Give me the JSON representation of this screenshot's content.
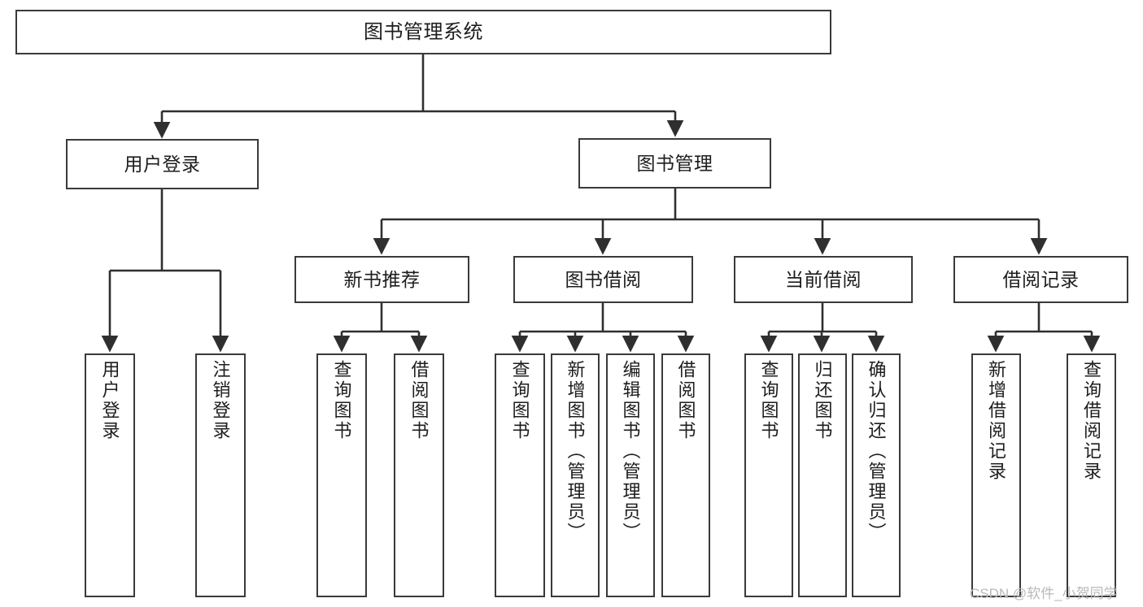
{
  "diagram": {
    "title": "图书管理系统",
    "type": "功能结构图",
    "stroke_color": "#3a3a3a",
    "background_color": "#ffffff",
    "text_color": "#1d1d1d"
  },
  "nodes": {
    "root": {
      "label": "图书管理系统"
    },
    "level2": [
      {
        "label": "用户登录"
      },
      {
        "label": "图书管理"
      }
    ],
    "level3": [
      {
        "label": "新书推荐"
      },
      {
        "label": "图书借阅"
      },
      {
        "label": "当前借阅"
      },
      {
        "label": "借阅记录"
      }
    ],
    "leaves": {
      "user_login": [
        {
          "label": "用户登录"
        },
        {
          "label": "注销登录"
        }
      ],
      "new_book_recommend": [
        {
          "label": "查询图书"
        },
        {
          "label": "借阅图书"
        }
      ],
      "book_borrow": [
        {
          "label": "查询图书"
        },
        {
          "label": "新增图书（管理员）"
        },
        {
          "label": "编辑图书（管理员）"
        },
        {
          "label": "借阅图书"
        }
      ],
      "current_borrow": [
        {
          "label": "查询图书"
        },
        {
          "label": "归还图书"
        },
        {
          "label": "确认归还（管理员）"
        }
      ],
      "borrow_record": [
        {
          "label": "新增借阅记录"
        },
        {
          "label": "查询借阅记录"
        }
      ]
    }
  },
  "watermark": {
    "text": "CSDN @软件_小贺同学"
  }
}
